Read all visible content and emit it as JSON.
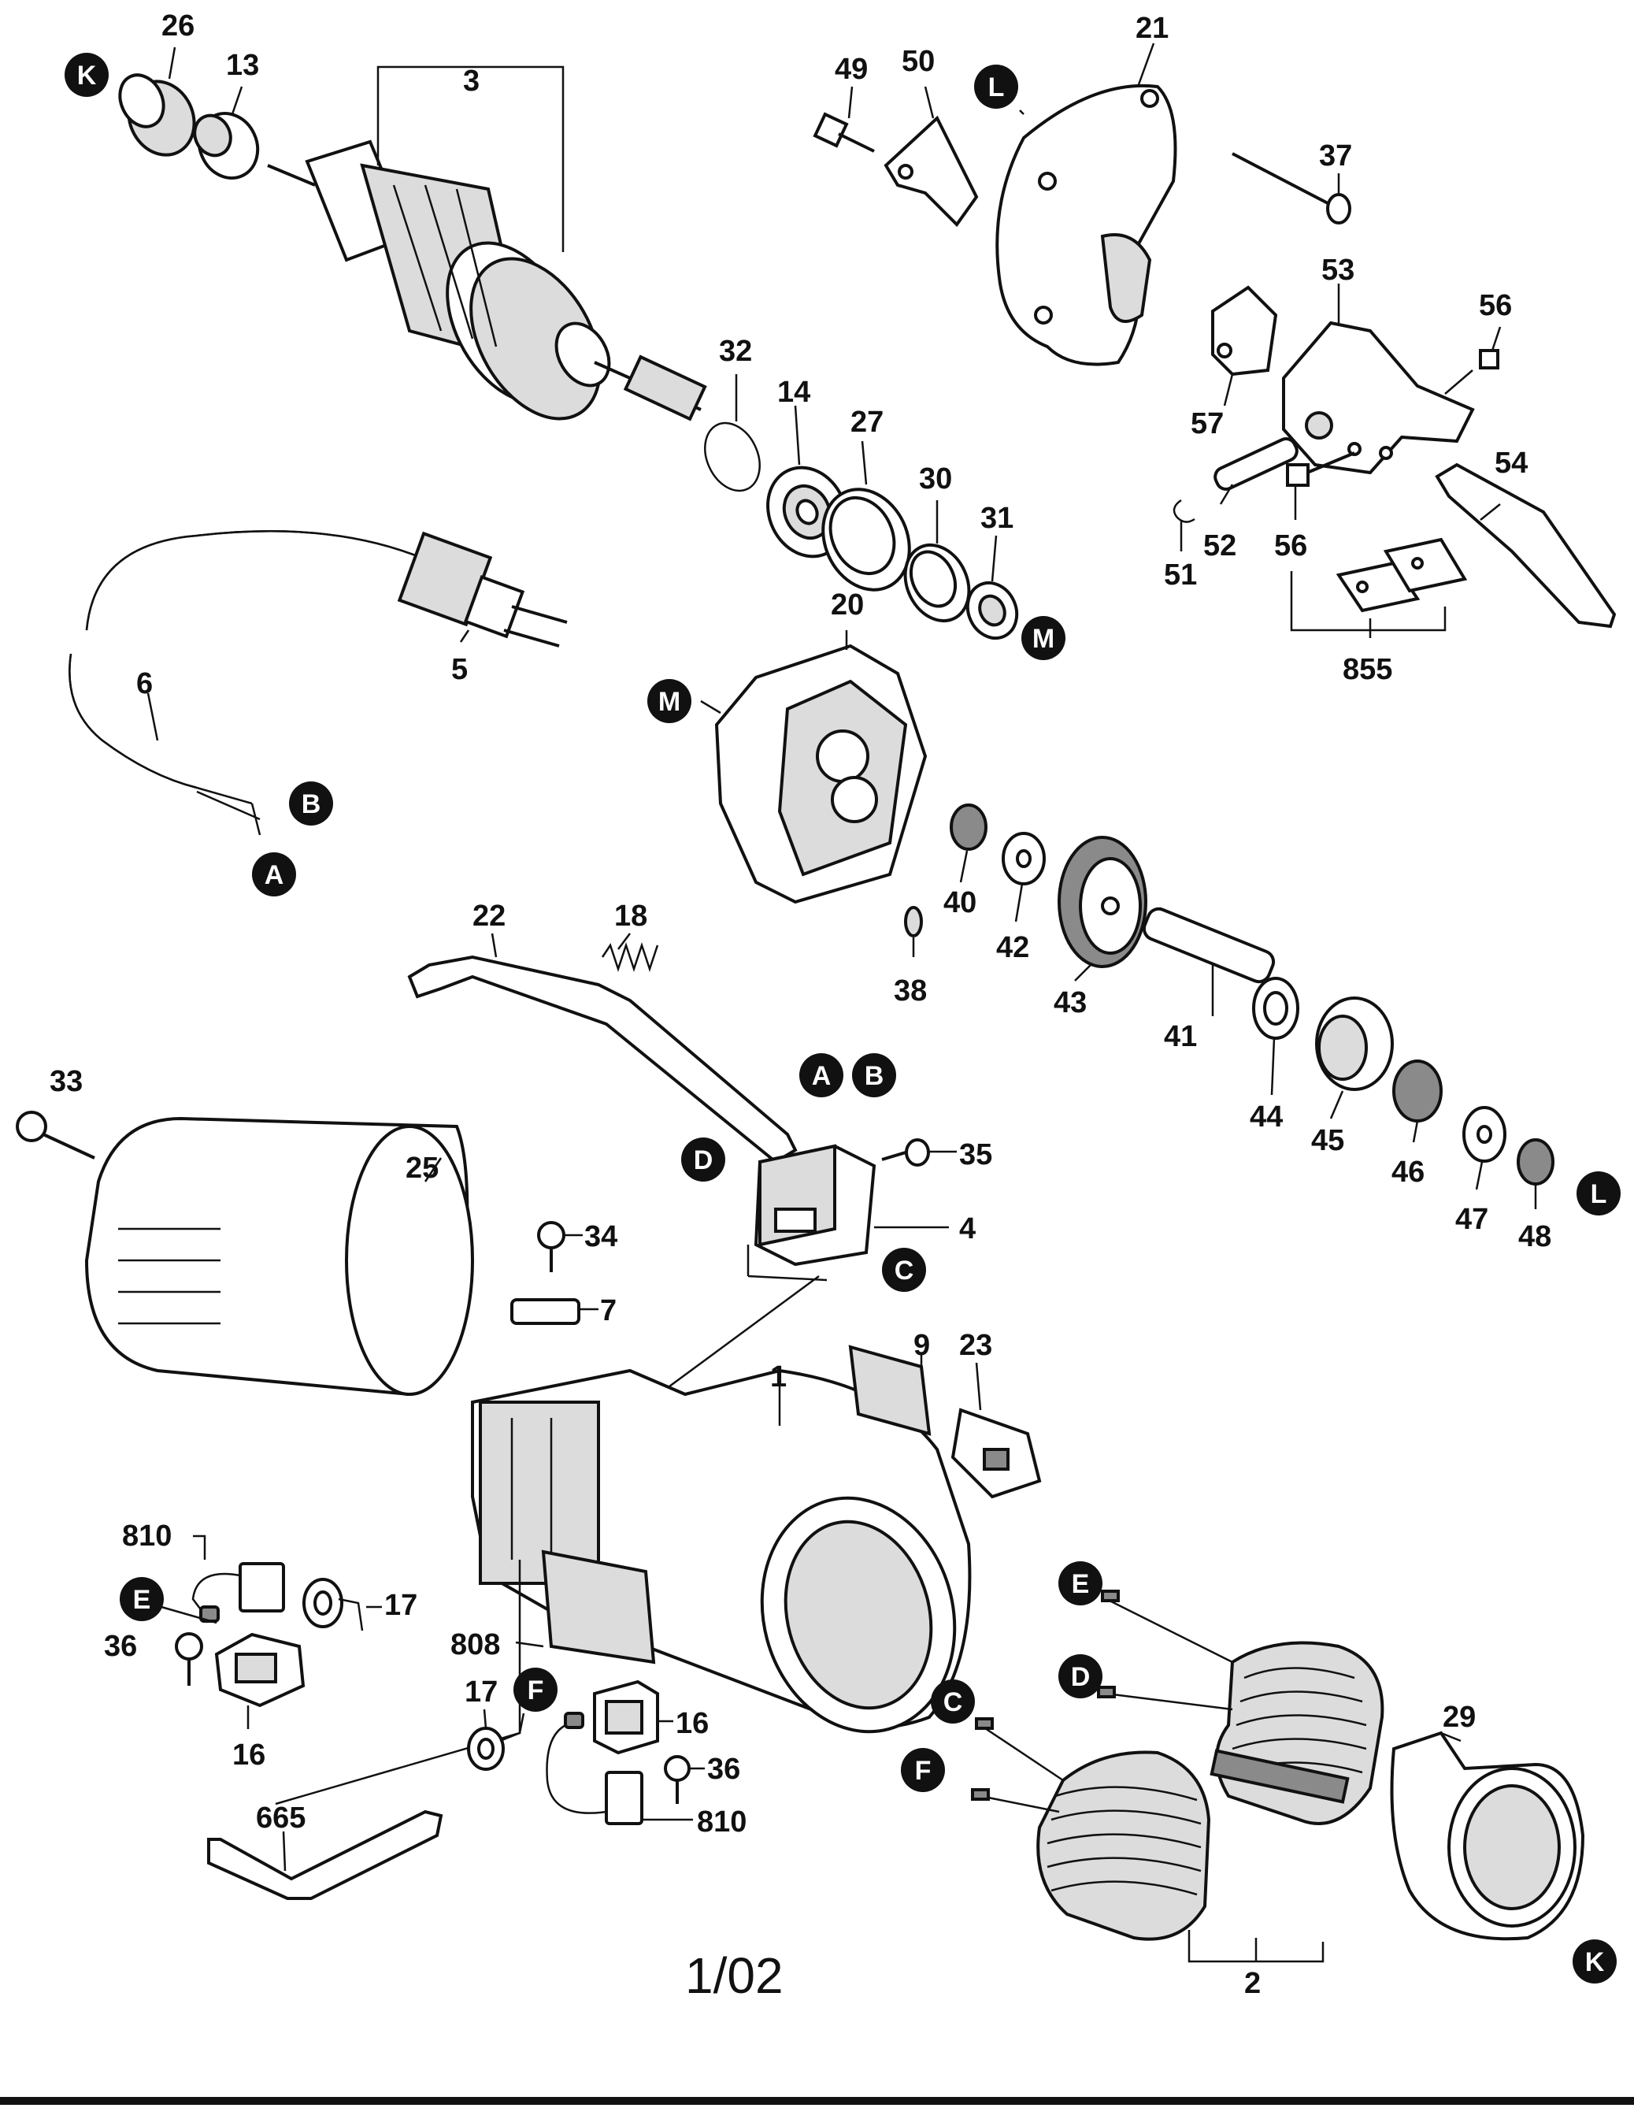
{
  "footer": {
    "code": "1/02"
  },
  "part_numbers": {
    "p26": "26",
    "p13": "13",
    "p3": "3",
    "p49": "49",
    "p50": "50",
    "p21": "21",
    "p37": "37",
    "p53": "53",
    "p56a": "56",
    "p57": "57",
    "p32": "32",
    "p14": "14",
    "p27": "27",
    "p30": "30",
    "p31": "31",
    "p54": "54",
    "p52": "52",
    "p56b": "56",
    "p51": "51",
    "p855": "855",
    "p5": "5",
    "p6": "6",
    "p20": "20",
    "p22": "22",
    "p18": "18",
    "p40": "40",
    "p42": "42",
    "p43": "43",
    "p38": "38",
    "p41": "41",
    "p44": "44",
    "p45": "45",
    "p46": "46",
    "p47": "47",
    "p48": "48",
    "p33": "33",
    "p25": "25",
    "p35": "35",
    "p4": "4",
    "p34": "34",
    "p7": "7",
    "p9": "9",
    "p23": "23",
    "p1": "1",
    "p810a": "810",
    "p17a": "17",
    "p36a": "36",
    "p16a": "16",
    "p808": "808",
    "p17b": "17",
    "p16b": "16",
    "p36b": "36",
    "p810b": "810",
    "p29": "29",
    "p2": "2",
    "p665": "665"
  },
  "callouts": {
    "k1": "K",
    "l1": "L",
    "m1": "M",
    "b1": "B",
    "a1": "A",
    "m2": "M",
    "a2": "A",
    "b2": "B",
    "d1": "D",
    "c1": "C",
    "l2": "L",
    "e1": "E",
    "f1": "F",
    "e2": "E",
    "d2": "D",
    "c2": "C",
    "f2": "F",
    "k2": "K"
  }
}
